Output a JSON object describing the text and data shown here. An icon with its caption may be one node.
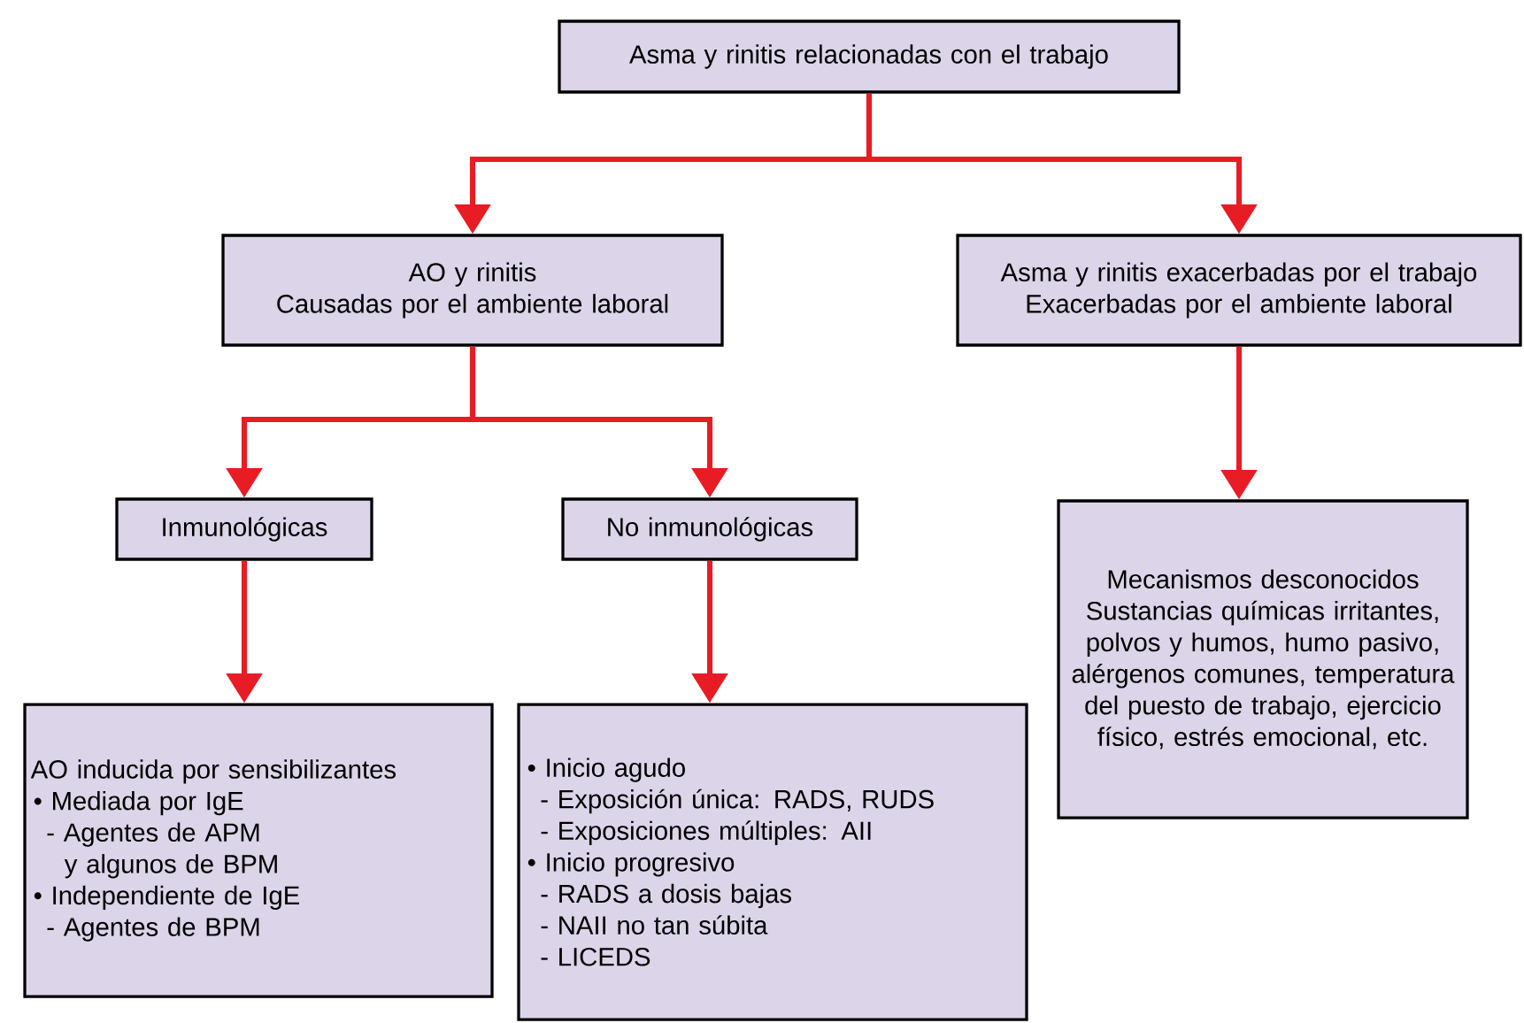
{
  "diagram": {
    "nodes": [
      {
        "text": [
          "Asma y rinitis relacionadas con el trabajo"
        ]
      },
      {
        "text": [
          "AO y rinitis",
          "Causadas por el ambiente laboral"
        ]
      },
      {
        "text": [
          "Asma y rinitis exacerbadas por el trabajo",
          "Exacerbadas por el ambiente laboral"
        ]
      },
      {
        "text": [
          "Inmunológicas"
        ]
      },
      {
        "text": [
          "No inmunológicas"
        ]
      },
      {
        "text": [
          "Mecanismos desconocidos",
          "Sustancias químicas irritantes, polvos y humos, humo pasivo, alérgenos comunes, temperatura del puesto de trabajo, ejercicio físico, estrés emocional, etc."
        ]
      },
      {
        "text": [
          "AO inducida por sensibilizantes",
          "• Mediada por IgE",
          "- Agentes de APM",
          "y algunos de BPM",
          "• Independiente de IgE",
          "- Agentes de BPM"
        ]
      },
      {
        "text": [
          "• Inicio agudo",
          "- Exposición única: RADS, RUDS",
          "- Exposiciones múltiples: AII",
          "• Inicio progresivo",
          "- RADS a dosis bajas",
          "- NAII no tan súbita",
          "- LICEDS"
        ]
      }
    ],
    "edges": [
      {
        "from": 0,
        "to": 1,
        "arrow": "to"
      },
      {
        "from": 0,
        "to": 2,
        "arrow": "to"
      },
      {
        "from": 1,
        "to": 3,
        "arrow": "to"
      },
      {
        "from": 1,
        "to": 4,
        "arrow": "to"
      },
      {
        "from": 3,
        "to": 6,
        "arrow": "to"
      },
      {
        "from": 4,
        "to": 7,
        "arrow": "to"
      },
      {
        "from": 2,
        "to": 5,
        "arrow": "to"
      }
    ]
  }
}
